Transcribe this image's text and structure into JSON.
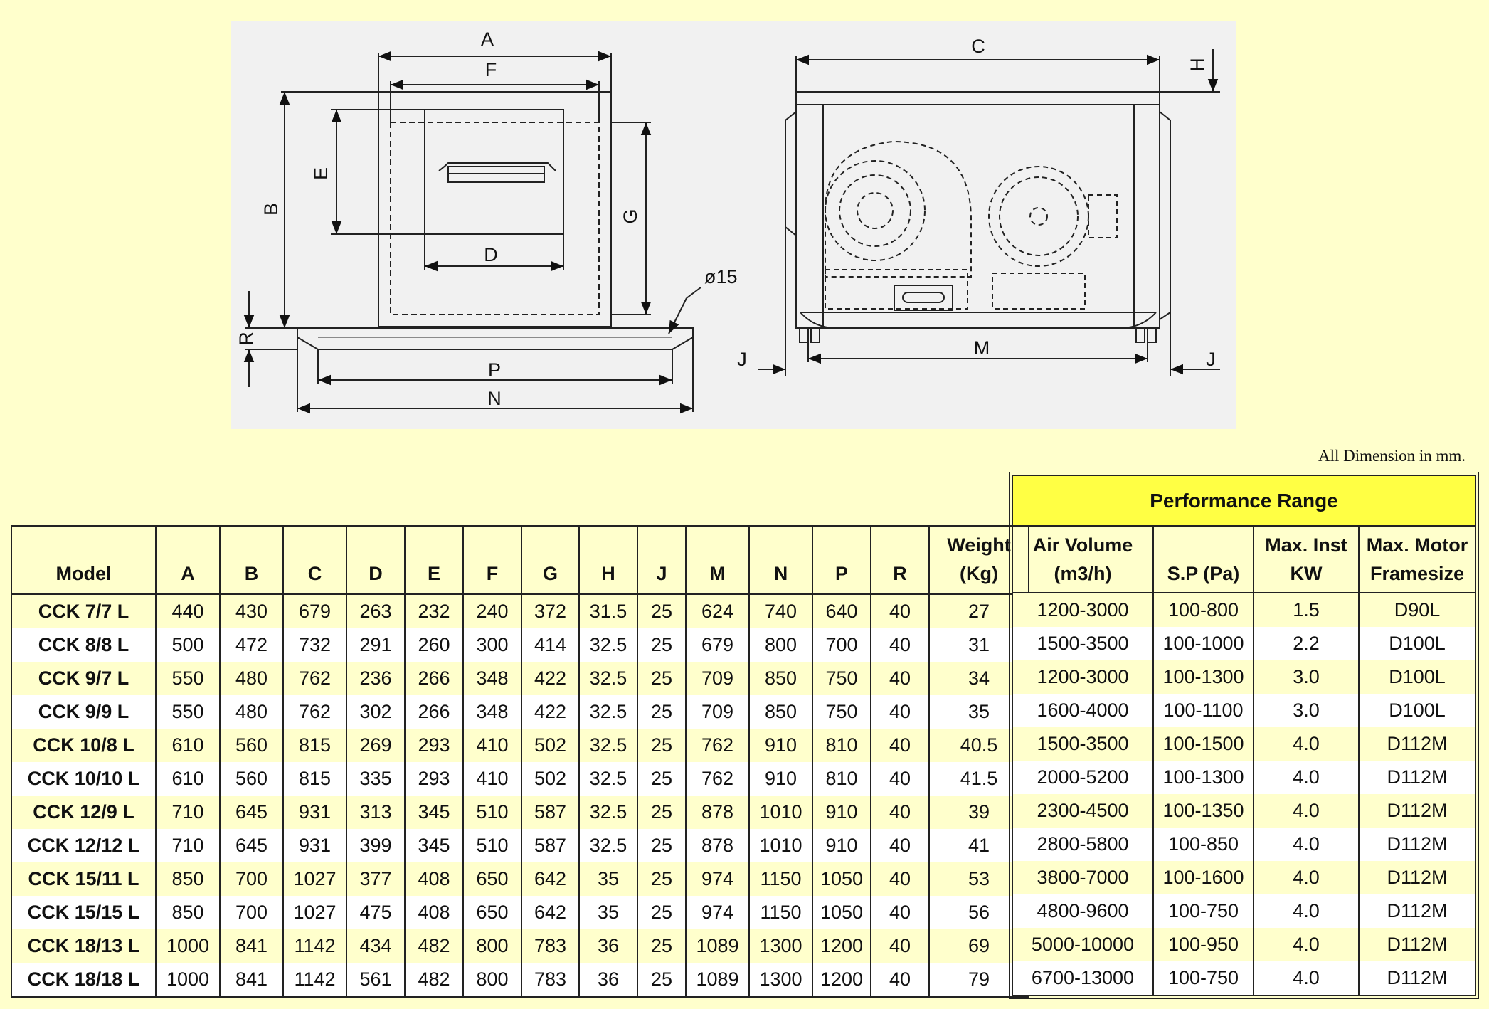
{
  "drawing": {
    "labels": {
      "A": "A",
      "F": "F",
      "E": "E",
      "B": "B",
      "G": "G",
      "D": "D",
      "dia": "ø15",
      "R": "R",
      "P": "P",
      "N": "N",
      "C": "C",
      "H": "H",
      "J1": "J",
      "M": "M",
      "J2": "J"
    }
  },
  "note": "All Dimension in mm.",
  "dimensions": {
    "headers": [
      "Model",
      "A",
      "B",
      "C",
      "D",
      "E",
      "F",
      "G",
      "H",
      "J",
      "M",
      "N",
      "P",
      "R",
      "Weight (Kg)"
    ],
    "rows": [
      [
        "CCK 7/7 L",
        "440",
        "430",
        "679",
        "263",
        "232",
        "240",
        "372",
        "31.5",
        "25",
        "624",
        "740",
        "640",
        "40",
        "27"
      ],
      [
        "CCK 8/8 L",
        "500",
        "472",
        "732",
        "291",
        "260",
        "300",
        "414",
        "32.5",
        "25",
        "679",
        "800",
        "700",
        "40",
        "31"
      ],
      [
        "CCK 9/7 L",
        "550",
        "480",
        "762",
        "236",
        "266",
        "348",
        "422",
        "32.5",
        "25",
        "709",
        "850",
        "750",
        "40",
        "34"
      ],
      [
        "CCK 9/9 L",
        "550",
        "480",
        "762",
        "302",
        "266",
        "348",
        "422",
        "32.5",
        "25",
        "709",
        "850",
        "750",
        "40",
        "35"
      ],
      [
        "CCK 10/8 L",
        "610",
        "560",
        "815",
        "269",
        "293",
        "410",
        "502",
        "32.5",
        "25",
        "762",
        "910",
        "810",
        "40",
        "40.5"
      ],
      [
        "CCK 10/10 L",
        "610",
        "560",
        "815",
        "335",
        "293",
        "410",
        "502",
        "32.5",
        "25",
        "762",
        "910",
        "810",
        "40",
        "41.5"
      ],
      [
        "CCK 12/9 L",
        "710",
        "645",
        "931",
        "313",
        "345",
        "510",
        "587",
        "32.5",
        "25",
        "878",
        "1010",
        "910",
        "40",
        "39"
      ],
      [
        "CCK 12/12 L",
        "710",
        "645",
        "931",
        "399",
        "345",
        "510",
        "587",
        "32.5",
        "25",
        "878",
        "1010",
        "910",
        "40",
        "41"
      ],
      [
        "CCK 15/11 L",
        "850",
        "700",
        "1027",
        "377",
        "408",
        "650",
        "642",
        "35",
        "25",
        "974",
        "1150",
        "1050",
        "40",
        "53"
      ],
      [
        "CCK 15/15 L",
        "850",
        "700",
        "1027",
        "475",
        "408",
        "650",
        "642",
        "35",
        "25",
        "974",
        "1150",
        "1050",
        "40",
        "56"
      ],
      [
        "CCK 18/13 L",
        "1000",
        "841",
        "1142",
        "434",
        "482",
        "800",
        "783",
        "36",
        "25",
        "1089",
        "1300",
        "1200",
        "40",
        "69"
      ],
      [
        "CCK 18/18 L",
        "1000",
        "841",
        "1142",
        "561",
        "482",
        "800",
        "783",
        "36",
        "25",
        "1089",
        "1300",
        "1200",
        "40",
        "79"
      ]
    ]
  },
  "performance": {
    "title": "Performance Range",
    "headers": [
      "Air Volume (m3/h)",
      "S.P (Pa)",
      "Max. Inst KW",
      "Max. Motor Framesize"
    ],
    "rows": [
      [
        "1200-3000",
        "100-800",
        "1.5",
        "D90L"
      ],
      [
        "1500-3500",
        "100-1000",
        "2.2",
        "D100L"
      ],
      [
        "1200-3000",
        "100-1300",
        "3.0",
        "D100L"
      ],
      [
        "1600-4000",
        "100-1100",
        "3.0",
        "D100L"
      ],
      [
        "1500-3500",
        "100-1500",
        "4.0",
        "D112M"
      ],
      [
        "2000-5200",
        "100-1300",
        "4.0",
        "D112M"
      ],
      [
        "2300-4500",
        "100-1350",
        "4.0",
        "D112M"
      ],
      [
        "2800-5800",
        "100-850",
        "4.0",
        "D112M"
      ],
      [
        "3800-7000",
        "100-1600",
        "4.0",
        "D112M"
      ],
      [
        "4800-9600",
        "100-750",
        "4.0",
        "D112M"
      ],
      [
        "5000-10000",
        "100-950",
        "4.0",
        "D112M"
      ],
      [
        "6700-13000",
        "100-750",
        "4.0",
        "D112M"
      ]
    ]
  }
}
